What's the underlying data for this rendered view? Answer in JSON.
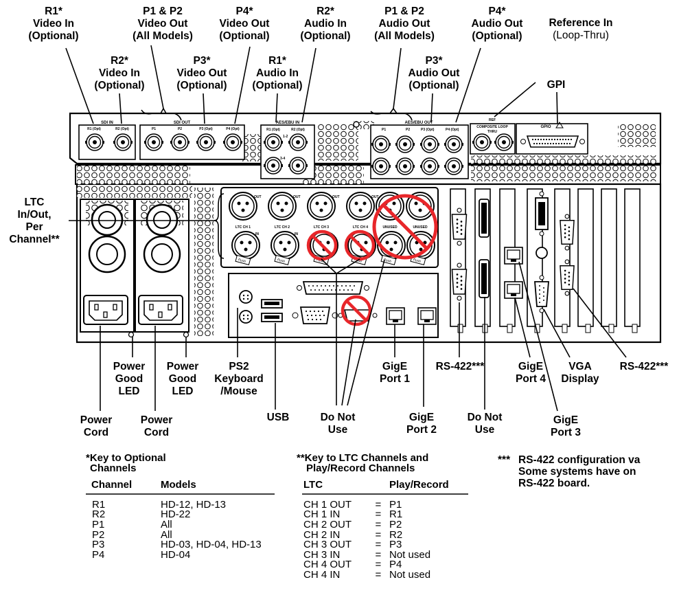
{
  "callouts": {
    "r1_video_in": [
      "R1*",
      "Video In",
      "(Optional)"
    ],
    "r2_video_in": [
      "R2*",
      "Video In",
      "(Optional)"
    ],
    "p1p2_video_out": [
      "P1 & P2",
      "Video Out",
      "(All Models)"
    ],
    "p3_video_out": [
      "P3*",
      "Video Out",
      "(Optional)"
    ],
    "p4_video_out": [
      "P4*",
      "Video Out",
      "(Optional)"
    ],
    "r1_audio_in": [
      "R1*",
      "Audio In",
      "(Optional)"
    ],
    "r2_audio_in": [
      "R2*",
      "Audio In",
      "(Optional)"
    ],
    "p1p2_audio_out": [
      "P1 & P2",
      "Audio Out",
      "(All Models)"
    ],
    "p3_audio_out": [
      "P3*",
      "Audio Out",
      "(Optional)"
    ],
    "p4_audio_out": [
      "P4*",
      "Audio Out",
      "(Optional)"
    ],
    "reference_in": [
      "Reference In",
      "(Loop-Thru)"
    ],
    "gpi": [
      "GPI"
    ],
    "ltc": [
      "LTC",
      "In/Out,",
      "Per",
      "Channel**"
    ],
    "power_good_led_1": [
      "Power",
      "Good",
      "LED"
    ],
    "power_good_led_2": [
      "Power",
      "Good",
      "LED"
    ],
    "ps2": [
      "PS2",
      "Keyboard",
      "/Mouse"
    ],
    "gige_port1": [
      "GigE",
      "Port 1"
    ],
    "rs422_1": [
      "RS-422***"
    ],
    "gige_port4": [
      "GigE",
      "Port 4"
    ],
    "vga_display": [
      "VGA",
      "Display"
    ],
    "rs422_2": [
      "RS-422***"
    ],
    "power_cord_1": [
      "Power",
      "Cord"
    ],
    "power_cord_2": [
      "Power",
      "Cord"
    ],
    "usb": [
      "USB"
    ],
    "do_not_use_1": [
      "Do Not",
      "Use"
    ],
    "gige_port2": [
      "GigE",
      "Port 2"
    ],
    "do_not_use_2": [
      "Do Not",
      "Use"
    ],
    "gige_port3": [
      "GigE",
      "Port 3"
    ]
  },
  "panel_labels": {
    "sdi_in": "SDI IN",
    "r1_opt": "R1 (Opt)",
    "r2_opt": "R2 (Opt)",
    "sdi_out": "SDI OUT",
    "p1": "P1",
    "p2": "P2",
    "p3_opt": "P3 (Opt)",
    "p4_opt": "P4 (Opt)",
    "aes_in": "AES/EBU IN",
    "aes_out": "AES/EBU OUT",
    "ch12": "1-2",
    "ch34": "3-4",
    "ref": "REF",
    "composite": "COMPOSITE LOOP",
    "thru": "THRU",
    "gpio": "GPIO",
    "out": "OUT",
    "in": "IN",
    "unused": "UNUSED",
    "ltc_ch1": "LTC CH 1",
    "ltc_ch2": "LTC CH 2",
    "ltc_ch3": "LTC CH 3",
    "ltc_ch4": "LTC CH 4",
    "push": "Push"
  },
  "key_optional": {
    "title": [
      "*Key to Optional",
      "Channels"
    ],
    "headers": [
      "Channel",
      "Models"
    ],
    "rows": [
      [
        "R1",
        "HD-12, HD-13"
      ],
      [
        "R2",
        "HD-22"
      ],
      [
        "P1",
        "All"
      ],
      [
        "P2",
        "All"
      ],
      [
        "P3",
        "HD-03, HD-04, HD-13"
      ],
      [
        "P4",
        "HD-04"
      ]
    ]
  },
  "key_ltc": {
    "title": [
      "**Key to LTC Channels and",
      "Play/Record Channels"
    ],
    "headers": [
      "LTC",
      "Play/Record"
    ],
    "rows": [
      [
        "CH 1 OUT",
        "=",
        "P1"
      ],
      [
        "CH 1 IN",
        "=",
        "R1"
      ],
      [
        "CH 2 OUT",
        "=",
        "P2"
      ],
      [
        "CH 2 IN",
        "=",
        "R2"
      ],
      [
        "CH 3 OUT",
        "=",
        "P3"
      ],
      [
        "CH 3 IN",
        "=",
        "Not used"
      ],
      [
        "CH 4 OUT",
        "=",
        "P4"
      ],
      [
        "CH 4 IN",
        "=",
        "Not used"
      ]
    ]
  },
  "rs422_note": {
    "marker": "***",
    "lines": [
      "RS-422 configuration va",
      "Some systems have on",
      "RS-422 board."
    ]
  }
}
